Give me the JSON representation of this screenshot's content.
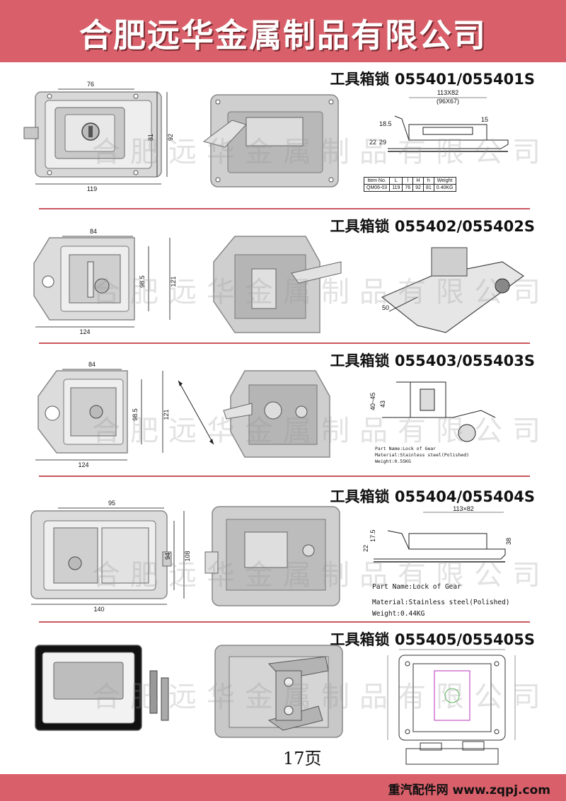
{
  "company_title": "合肥远华金属制品有限公司",
  "watermark": "合肥远华金属制品有限公司",
  "page_number": "17页",
  "footer": "重汽配件网 www.zqpj.com",
  "products": [
    {
      "title": "工具箱锁 055401/055401S",
      "dims": {
        "w_top": "76",
        "w_bottom": "119",
        "h1": "81",
        "h2": "92"
      },
      "drawing_dims": {
        "d1": "113X82",
        "d2": "(96X67)",
        "d3": "18.5",
        "d4": "15",
        "d5": "22",
        "d6": "29"
      },
      "spec_table": {
        "headers": [
          "Item No.",
          "L",
          "l",
          "H",
          "h",
          "Weight"
        ],
        "row": [
          "QM06-03",
          "119",
          "76",
          "92",
          "81",
          "0.40KG"
        ]
      }
    },
    {
      "title": "工具箱锁 055402/055402S",
      "dims": {
        "w_top": "84",
        "w_bottom": "124",
        "h1": "98.5",
        "h2": "121"
      },
      "drawing_dims": {
        "d1": "50"
      }
    },
    {
      "title": "工具箱锁 055403/055403S",
      "dims": {
        "w_top": "84",
        "w_bottom": "124",
        "h1": "98.5",
        "h2": "121"
      },
      "drawing_dims": {
        "d1": "40~45",
        "d2": "43"
      },
      "spec_lines": [
        "Part Name:Lock of Gear",
        "Material:Stainless steel(Polished)",
        "Weight:0.55KG"
      ]
    },
    {
      "title": "工具箱锁 055404/055404S",
      "dims": {
        "w_top": "95",
        "w_bottom": "140",
        "h1": "94",
        "h2": "108"
      },
      "drawing_dims": {
        "d1": "113×82",
        "d2": "22",
        "d3": "17.5",
        "d4": "38"
      },
      "spec_lines": [
        "Part Name:Lock of Gear",
        "Material:Stainless steel(Polished)",
        "Weight:0.44KG"
      ]
    },
    {
      "title": "工具箱锁 055405/055405S"
    }
  ]
}
